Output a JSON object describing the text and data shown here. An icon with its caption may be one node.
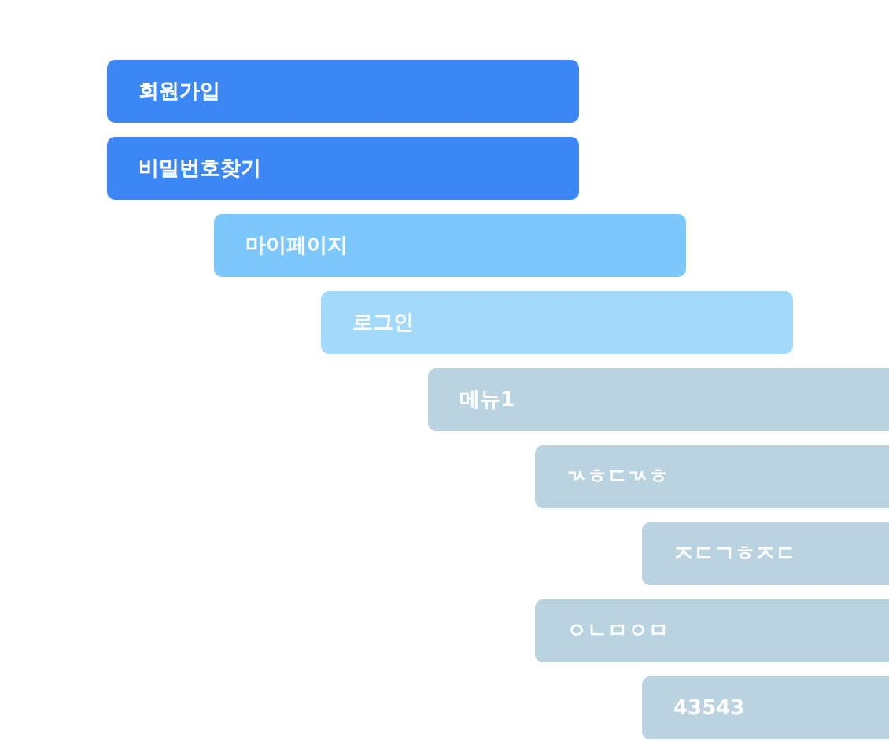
{
  "diagram": {
    "nodes": [
      {
        "text": [
          "회원가입"
        ]
      },
      {
        "text": [
          "비밀번호찾기"
        ]
      },
      {
        "text": [
          "마이페이지"
        ]
      },
      {
        "text": [
          "로그인"
        ]
      },
      {
        "text": [
          "메뉴1"
        ]
      },
      {
        "text": [
          "ㄳㅎㄷㄳㅎ"
        ]
      },
      {
        "text": [
          "ㅈㄷㄱㅎㅈㄷ"
        ]
      },
      {
        "text": [
          "ㅇㄴㅁㅇㅁ"
        ]
      },
      {
        "text": [
          "43543"
        ]
      }
    ]
  }
}
